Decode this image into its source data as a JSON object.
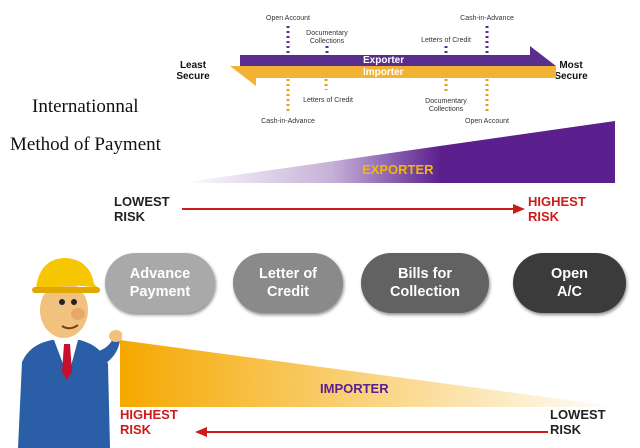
{
  "title": {
    "line1": "Internationnal",
    "line2": "Method of Payment"
  },
  "top_diagram": {
    "left_label": "Least\nSecure",
    "right_label": "Most\nSecure",
    "arrow_top_label": "Exporter",
    "arrow_bottom_label": "Importer",
    "exporter_markers": [
      "Open Account",
      "Documentary\nCollections",
      "Letters of Credit",
      "Cash-in-Advance"
    ],
    "importer_markers": [
      "Cash-in-Advance",
      "Letters of Credit",
      "Documentary\nCollections",
      "Open Account"
    ],
    "colors": {
      "exporter": "#5b2d8e",
      "importer": "#f2b233"
    }
  },
  "exporter_band": {
    "label": "EXPORTER",
    "color": "#5b1f8e"
  },
  "exporter_risk": {
    "left": "LOWEST\nRISK",
    "right": "HIGHEST\nRISK"
  },
  "methods": [
    {
      "label": "Advance\nPayment",
      "color": "#a9a9a9"
    },
    {
      "label": "Letter of\nCredit",
      "color": "#8a8a8a"
    },
    {
      "label": "Bills for\nCollection",
      "color": "#626262"
    },
    {
      "label": "Open\nA/C",
      "color": "#3b3b3b"
    }
  ],
  "importer_band": {
    "label": "IMPORTER",
    "color": "#f5a800"
  },
  "importer_risk": {
    "left": "HIGHEST\nRISK",
    "right": "LOWEST\nRISK"
  },
  "colors": {
    "risk_high": "#cc1b1b",
    "risk_low": "#222222",
    "arrow": "#cc1b1b"
  }
}
